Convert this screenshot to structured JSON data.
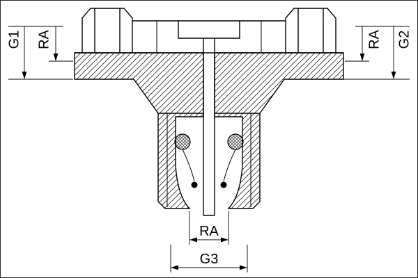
{
  "drawing": {
    "labels": {
      "g1": "G1",
      "ra_left": "RA",
      "ra_right": "RA",
      "g2": "G2",
      "ra_bottom": "RA",
      "g3": "G3"
    },
    "colors": {
      "line": "#000000",
      "background": "#ffffff"
    }
  }
}
